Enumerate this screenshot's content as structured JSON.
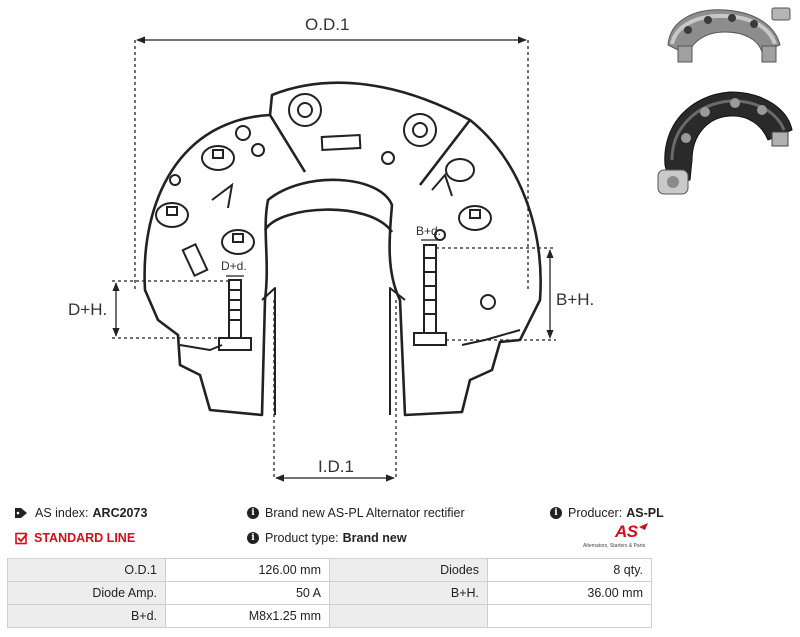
{
  "drawing": {
    "labels": {
      "od": "O.D.1",
      "id": "I.D.1",
      "dh": "D+H.",
      "bh": "B+H.",
      "dd": "D+d.",
      "bd": "B+d."
    }
  },
  "info": {
    "as_index_label": "AS index:",
    "as_index_value": "ARC2073",
    "description": "Brand new AS-PL Alternator rectifier",
    "producer_label": "Producer:",
    "producer_value": "AS-PL",
    "line": "STANDARD LINE",
    "product_type_label": "Product type:",
    "product_type_value": "Brand new"
  },
  "logo": {
    "mark": "AS",
    "tagline": "Alternators, Starters & Parts"
  },
  "specs": [
    [
      {
        "label": "O.D.1",
        "value": "126.00 mm"
      },
      {
        "label": "Diodes",
        "value": "8 qty."
      }
    ],
    [
      {
        "label": "Diode Amp.",
        "value": "50 A"
      },
      {
        "label": "B+H.",
        "value": "36.00 mm"
      }
    ],
    [
      {
        "label": "B+d.",
        "value": "M8x1.25 mm"
      },
      {
        "label": "",
        "value": ""
      }
    ]
  ],
  "icons": [
    "tag-icon",
    "info-icon",
    "check-square-icon"
  ],
  "colors": {
    "accent": "#d0101b",
    "label_bg": "#ededed",
    "border": "#cfcfcf"
  }
}
